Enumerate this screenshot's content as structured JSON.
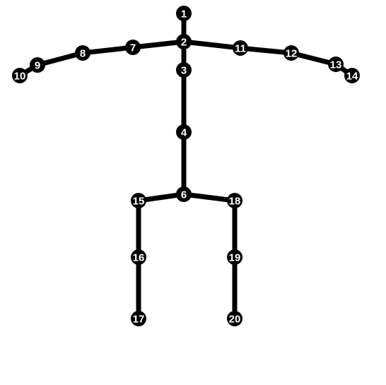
{
  "colors": {
    "bone": "#000000",
    "joint_fill": "#000000",
    "label_text": "#ffffff",
    "background": "#ffffff"
  },
  "skeleton": {
    "joints": [
      {
        "id": 1,
        "label": "1"
      },
      {
        "id": 2,
        "label": "2"
      },
      {
        "id": 3,
        "label": "3"
      },
      {
        "id": 4,
        "label": "4"
      },
      {
        "id": 5,
        "label": "6"
      },
      {
        "id": 6,
        "label": "7"
      },
      {
        "id": 7,
        "label": "8"
      },
      {
        "id": 8,
        "label": "9"
      },
      {
        "id": 9,
        "label": "10"
      },
      {
        "id": 10,
        "label": "11"
      },
      {
        "id": 11,
        "label": "12"
      },
      {
        "id": 12,
        "label": "13"
      },
      {
        "id": 13,
        "label": "14"
      },
      {
        "id": 14,
        "label": "15"
      },
      {
        "id": 15,
        "label": "16"
      },
      {
        "id": 16,
        "label": "17"
      },
      {
        "id": 17,
        "label": "18"
      },
      {
        "id": 18,
        "label": "19"
      },
      {
        "id": 19,
        "label": "20"
      }
    ],
    "bones": [
      [
        "1",
        "2"
      ],
      [
        "2",
        "3"
      ],
      [
        "3",
        "4"
      ],
      [
        "4",
        "6"
      ],
      [
        "2",
        "7"
      ],
      [
        "7",
        "8"
      ],
      [
        "8",
        "9"
      ],
      [
        "9",
        "10"
      ],
      [
        "2",
        "11"
      ],
      [
        "11",
        "12"
      ],
      [
        "12",
        "13"
      ],
      [
        "13",
        "14"
      ],
      [
        "6",
        "15"
      ],
      [
        "15",
        "16"
      ],
      [
        "16",
        "17"
      ],
      [
        "6",
        "18"
      ],
      [
        "18",
        "19"
      ],
      [
        "19",
        "20"
      ]
    ]
  }
}
